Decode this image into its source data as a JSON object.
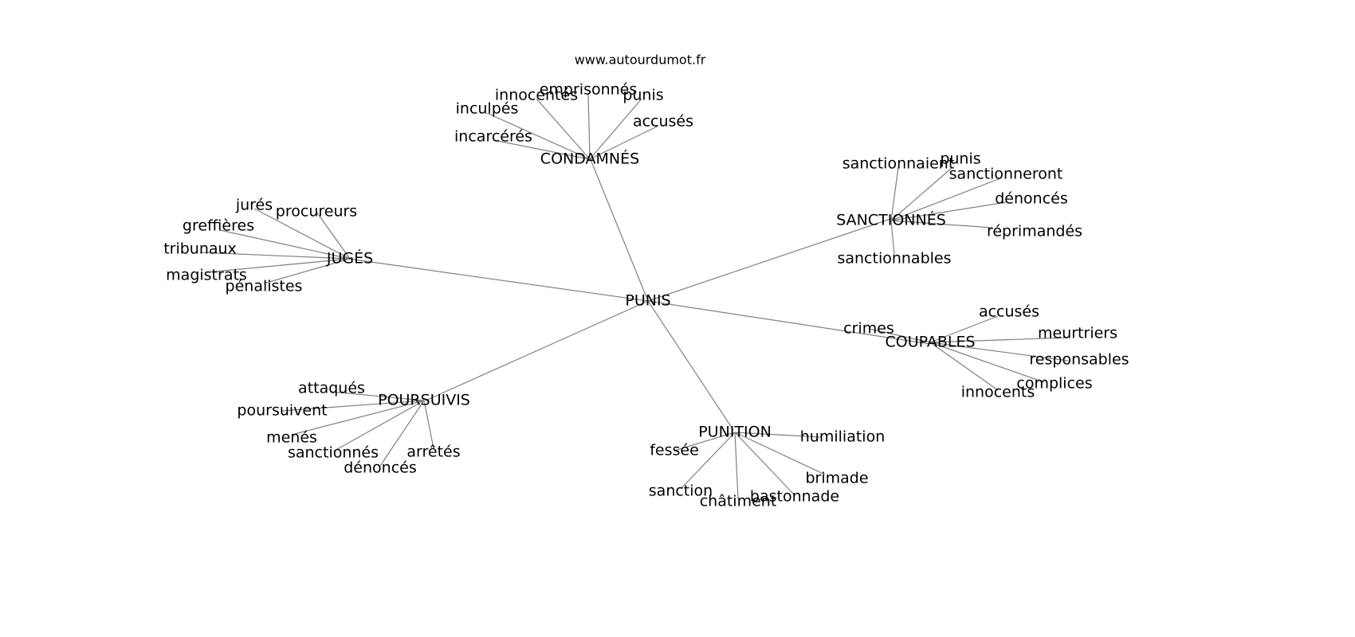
{
  "site": "www.autourdumot.fr",
  "root": "PUNIS",
  "colors": {
    "edge": "#808080",
    "text": "#000000",
    "background": "#ffffff"
  },
  "clusters": [
    {
      "hub": "CONDAMNÉS",
      "words": [
        "emprisonnés",
        "innocentés",
        "punis",
        "inculpés",
        "accusés",
        "incarcérés"
      ]
    },
    {
      "hub": "SANCTIONNÉS",
      "words": [
        "sanctionnaient",
        "punis",
        "sanctionneront",
        "dénoncés",
        "réprimandés",
        "sanctionnables"
      ]
    },
    {
      "hub": "JUGÉS",
      "words": [
        "jurés",
        "procureurs",
        "greffières",
        "tribunaux",
        "magistrats",
        "pénalistes"
      ]
    },
    {
      "hub": "COUPABLES",
      "words": [
        "crimes",
        "accusés",
        "meurtriers",
        "responsables",
        "complices",
        "innocents"
      ]
    },
    {
      "hub": "POURSUIVIS",
      "words": [
        "attaqués",
        "poursuivent",
        "menés",
        "sanctionnés",
        "arrêtés",
        "dénoncés"
      ]
    },
    {
      "hub": "PUNITION",
      "words": [
        "humiliation",
        "fessée",
        "brimade",
        "sanction",
        "châtiment",
        "bastonnade"
      ]
    }
  ]
}
